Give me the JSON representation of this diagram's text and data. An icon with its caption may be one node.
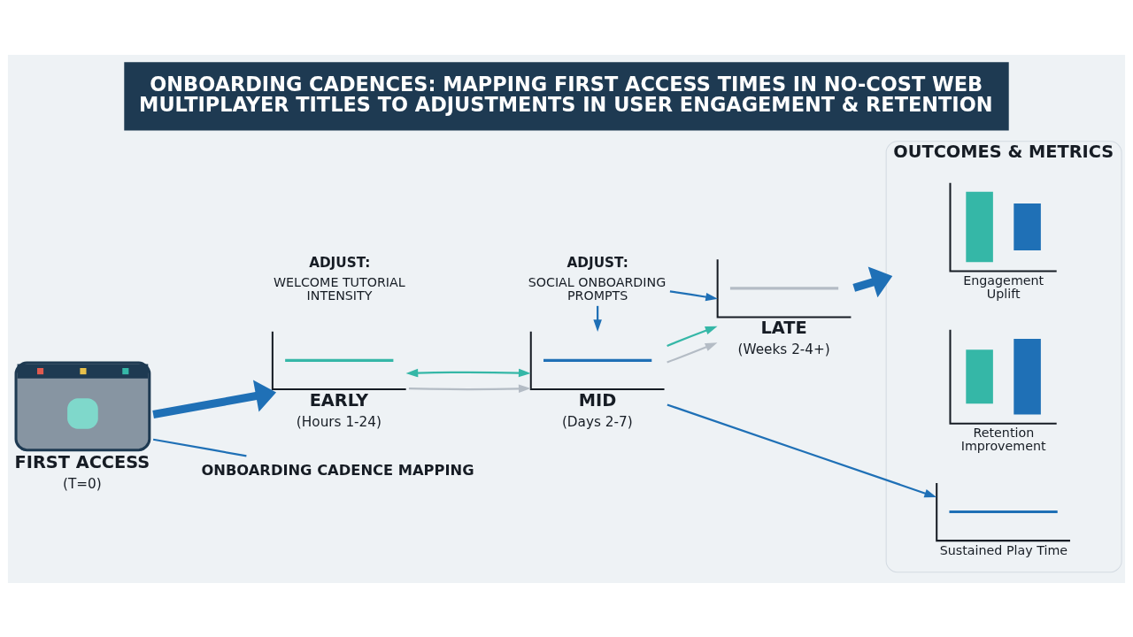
{
  "diagram": {
    "title": "ONBOARDING CADENCES: MAPPING FIRST ACCESS TIMES IN NO-COST WEB MULTIPLAYER TITLES TO ADJUSTMENTS IN USER ENGAGEMENT & RETENTION",
    "nodes": [
      {
        "text": [
          "FIRST ACCESS",
          "(T=0)"
        ]
      },
      {
        "text": [
          "EARLY",
          "(Hours 1-24)"
        ]
      },
      {
        "text": [
          "MID",
          "(Days 2-7)"
        ]
      },
      {
        "text": [
          "LATE",
          "(Weeks 2-4+)"
        ]
      },
      {
        "text": [
          "ADJUST:",
          "WELCOME TUTORIAL INTENSITY"
        ]
      },
      {
        "text": [
          "ADJUST:",
          "SOCIAL ONBOARDING PROMPTS"
        ]
      },
      {
        "text": [
          "OUTCOMES & METRICS"
        ]
      },
      {
        "text": [
          "Engagement Uplift"
        ],
        "in": 6
      },
      {
        "text": [
          "Retention Improvement"
        ],
        "in": 6
      },
      {
        "text": [
          "Sustained Play Time"
        ],
        "in": 6
      },
      {
        "text": [
          "ONBOARDING CADENCE MAPPING"
        ]
      }
    ],
    "edges": [
      {
        "from": 0,
        "to": 1,
        "arrow": "to",
        "style": "thick"
      },
      {
        "from": 1,
        "to": 2,
        "arrow": "to",
        "color": "#b4bcc5"
      },
      {
        "from": 2,
        "to": 3,
        "arrow": "to",
        "color": "#b4bcc5"
      },
      {
        "from": 3,
        "to": 6,
        "arrow": "to",
        "style": "thick"
      },
      {
        "from": 1,
        "to": 2,
        "arrow": "both",
        "color": "#35b7a7"
      },
      {
        "from": 5,
        "to": 2,
        "arrow": "to"
      },
      {
        "from": 5,
        "to": 3,
        "arrow": "to"
      },
      {
        "from": 2,
        "to": 3,
        "arrow": "to",
        "color": "#35b7a7"
      },
      {
        "from": 2,
        "to": 9,
        "arrow": "to"
      },
      {
        "from": 0,
        "to": 10,
        "arrow": "none"
      }
    ]
  }
}
